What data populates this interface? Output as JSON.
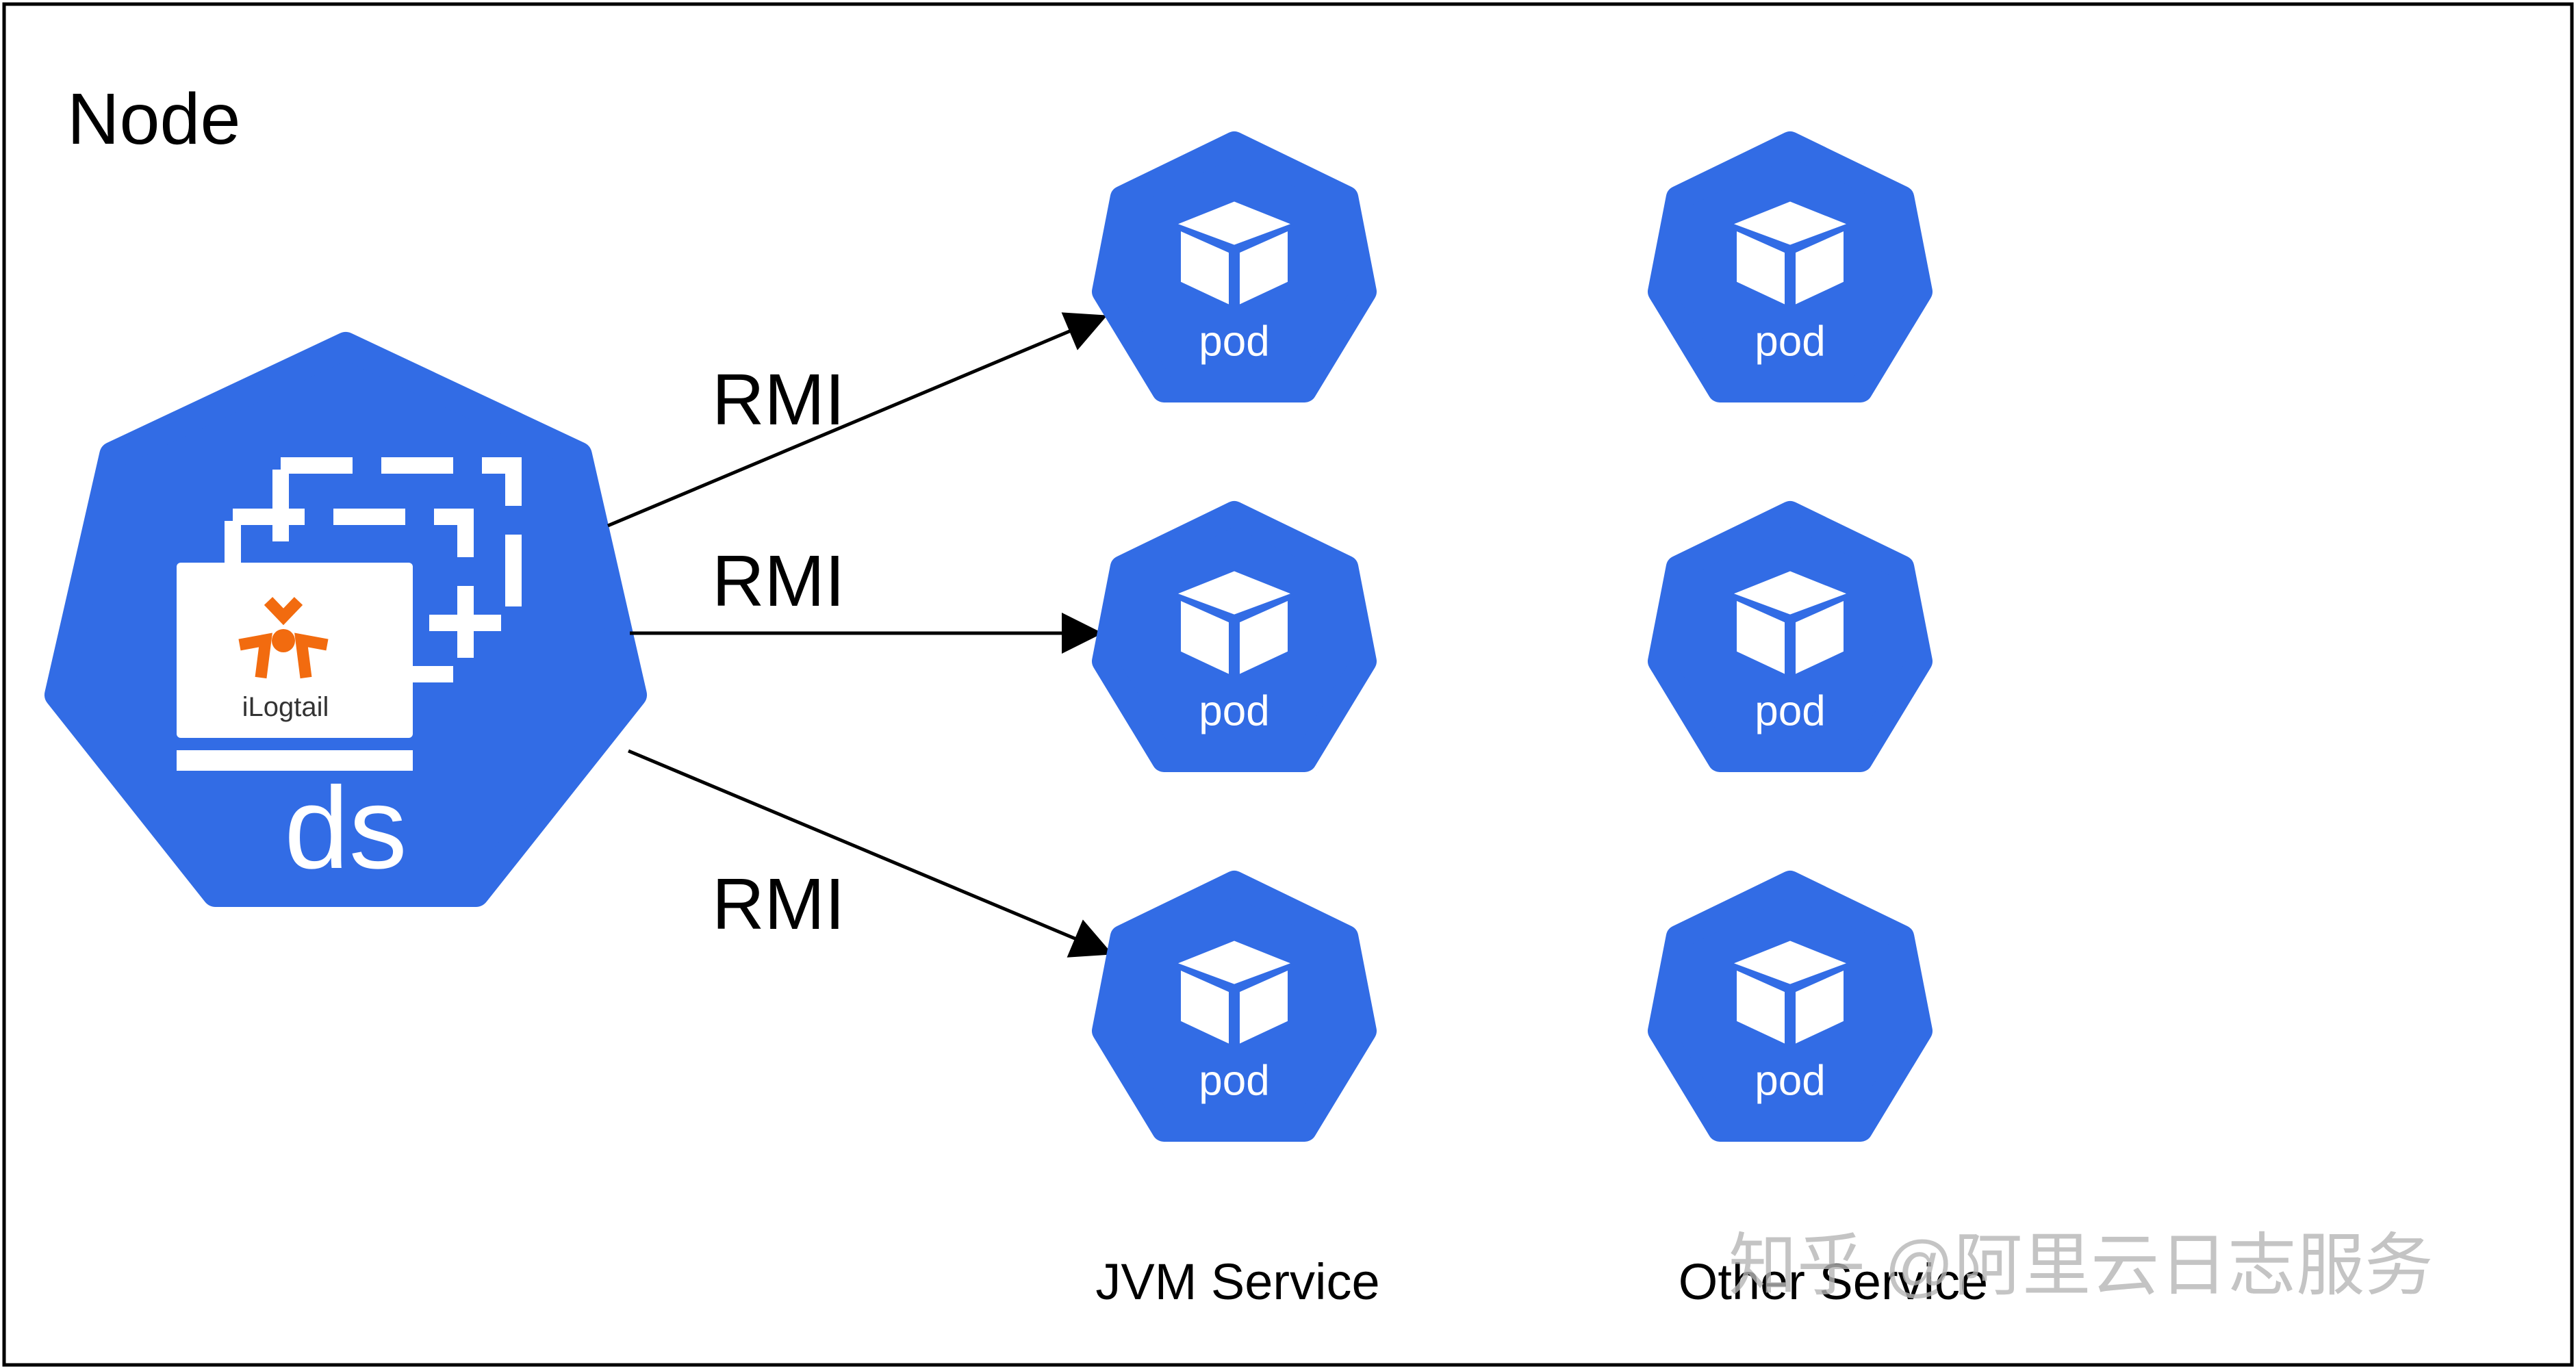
{
  "node": {
    "title": "Node"
  },
  "daemonset": {
    "ds_label": "ds",
    "agent_label": "iLogtail"
  },
  "connections": [
    {
      "label": "RMI"
    },
    {
      "label": "RMI"
    },
    {
      "label": "RMI"
    }
  ],
  "pods": {
    "jvm": [
      "pod",
      "pod",
      "pod"
    ],
    "other": [
      "pod",
      "pod",
      "pod"
    ]
  },
  "services": {
    "jvm_label": "JVM Service",
    "other_label": "Other Service"
  },
  "watermark": "知乎 @阿里云日志服务",
  "colors": {
    "k8s_blue": "#326ce5",
    "ilogtail_orange": "#f26b0f",
    "border": "#000000"
  }
}
